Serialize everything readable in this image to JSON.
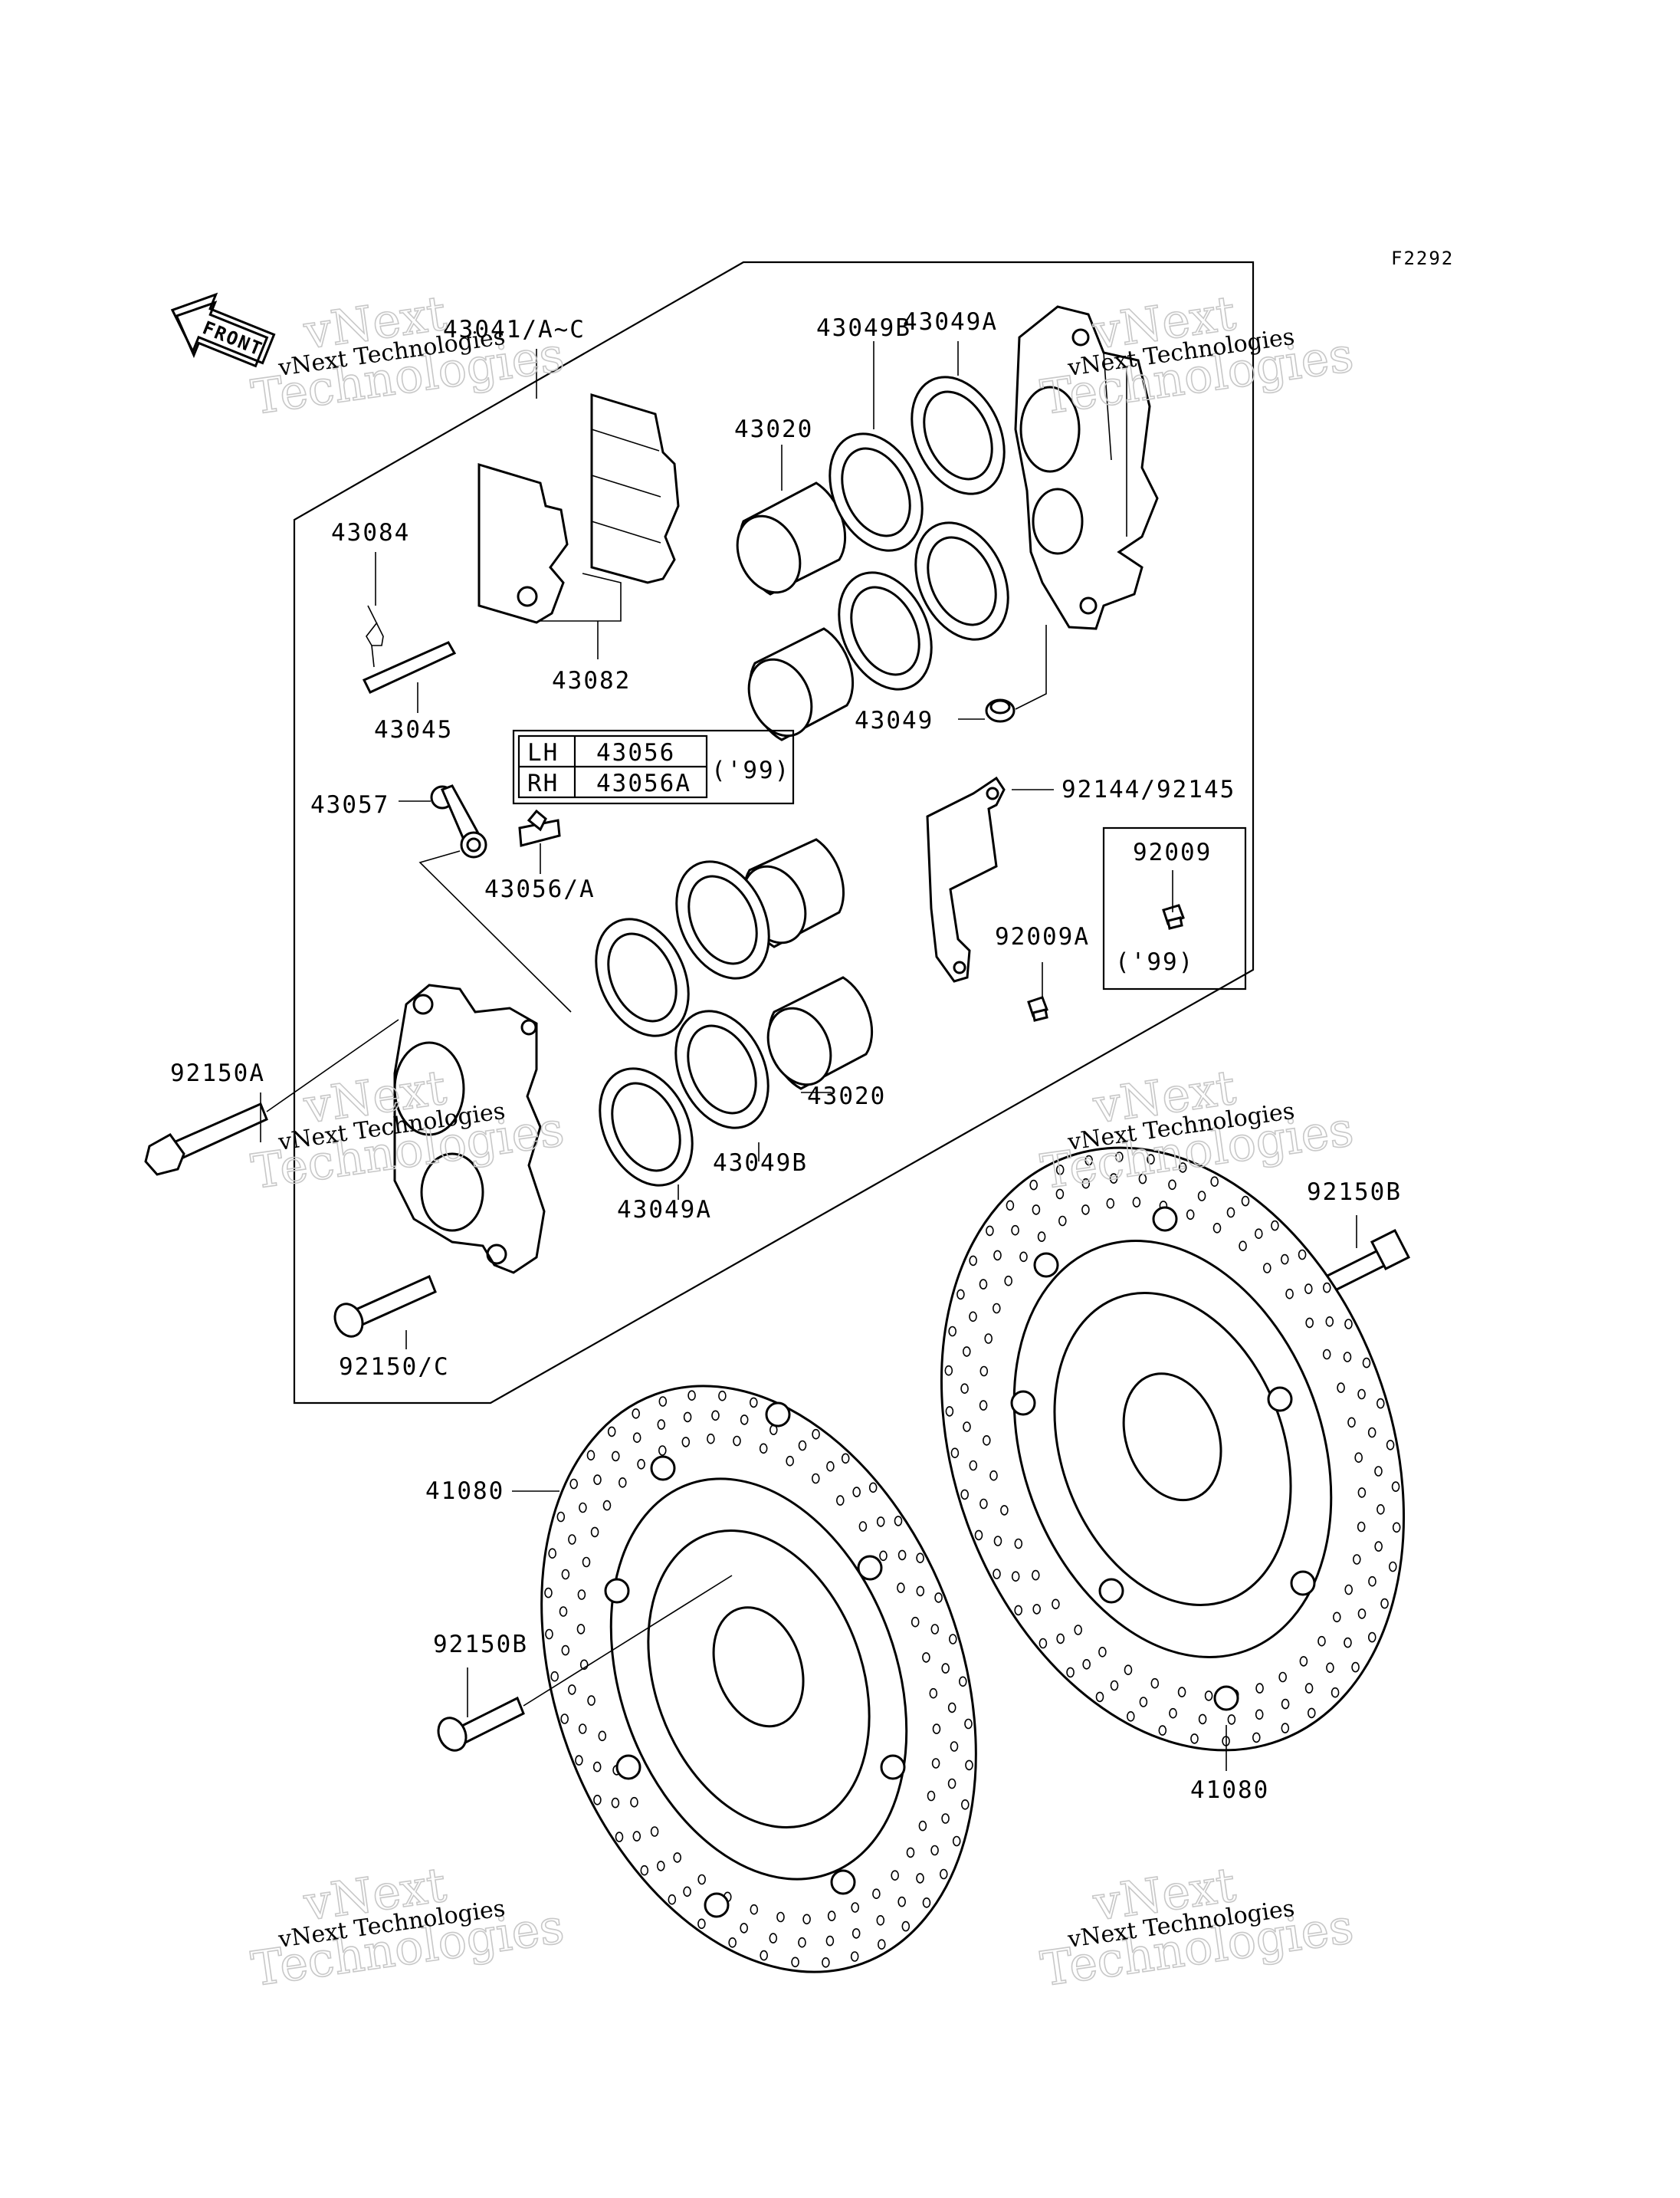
{
  "diagram": {
    "figure_code": "F2292",
    "front_marker": "FRONT",
    "watermark": {
      "line1": "vNext Technologies",
      "line2": "vNext",
      "line3": "Technologies"
    },
    "table": {
      "rows": [
        {
          "side": "LH",
          "part": "43056"
        },
        {
          "side": "RH",
          "part": "43056A"
        }
      ],
      "note": "('99)"
    },
    "inset_note": "('99)",
    "labels": {
      "p43041": "43041/A~C",
      "p43049A_top": "43049A",
      "p43049B_top": "43049B",
      "p43020_top": "43020",
      "p43084": "43084",
      "p43082": "43082",
      "p43045": "43045",
      "p43049": "43049",
      "p92144": "92144/92145",
      "p43057": "43057",
      "p43056": "43056/A",
      "p92009": "92009",
      "p92009A": "92009A",
      "p92150A": "92150A",
      "p43020_bot": "43020",
      "p43049B_bot": "43049B",
      "p43049A_bot": "43049A",
      "p92150B_right": "92150B",
      "p92150C": "92150/C",
      "p41080_left": "41080",
      "p92150B_left": "92150B",
      "p41080_right": "41080"
    }
  }
}
